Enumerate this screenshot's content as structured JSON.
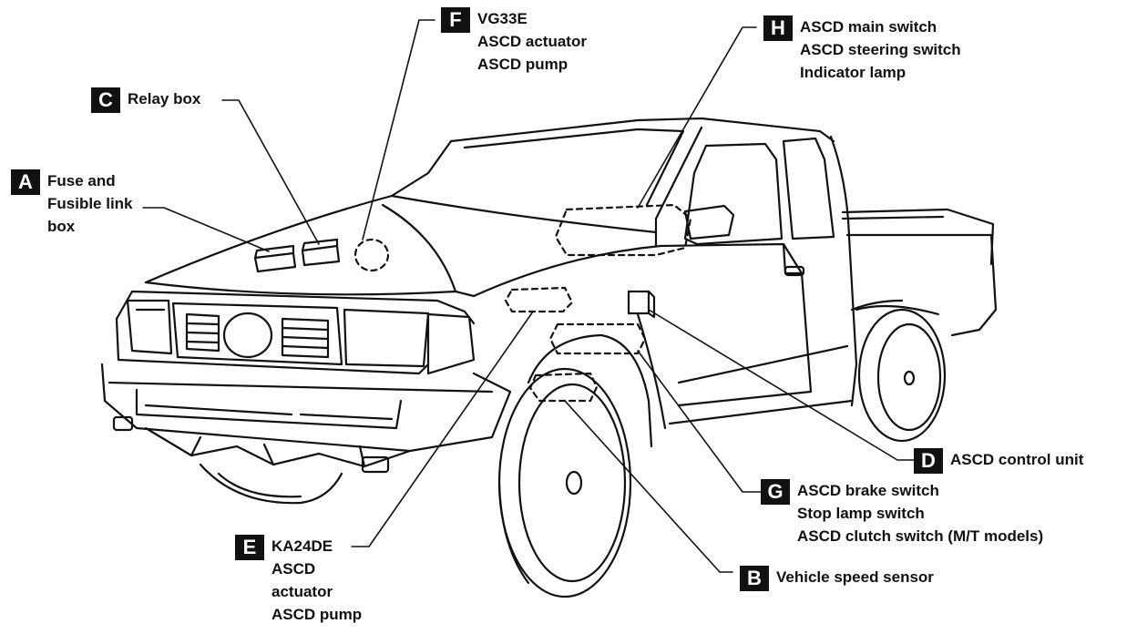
{
  "colors": {
    "ink": "#111111",
    "paper": "#ffffff"
  },
  "callouts": {
    "A": {
      "letter": "A",
      "lines": [
        "Fuse and",
        "Fusible link",
        "box"
      ]
    },
    "B": {
      "letter": "B",
      "lines": [
        "Vehicle speed sensor"
      ]
    },
    "C": {
      "letter": "C",
      "lines": [
        "Relay box"
      ]
    },
    "D": {
      "letter": "D",
      "lines": [
        "ASCD control unit"
      ]
    },
    "E": {
      "letter": "E",
      "lines": [
        "KA24DE",
        "ASCD",
        "actuator",
        "ASCD pump"
      ]
    },
    "F": {
      "letter": "F",
      "lines": [
        "VG33E",
        "ASCD actuator",
        "ASCD pump"
      ]
    },
    "G": {
      "letter": "G",
      "lines": [
        "ASCD brake switch",
        "Stop lamp switch",
        "ASCD clutch switch (M/T models)"
      ]
    },
    "H": {
      "letter": "H",
      "lines": [
        "ASCD main switch",
        "ASCD steering switch",
        "Indicator lamp"
      ]
    }
  }
}
